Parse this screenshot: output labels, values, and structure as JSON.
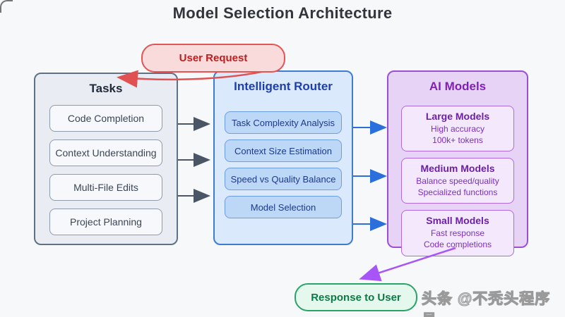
{
  "title": "Model Selection Architecture",
  "nodes": {
    "user_request": {
      "label": "User Request"
    },
    "tasks": {
      "title": "Tasks",
      "items": [
        "Code Completion",
        "Context Understanding",
        "Multi-File Edits",
        "Project Planning"
      ]
    },
    "router": {
      "title": "Intelligent Router",
      "items": [
        "Task Complexity Analysis",
        "Context Size Estimation",
        "Speed vs Quality Balance",
        "Model Selection"
      ]
    },
    "ai_models": {
      "title": "AI Models",
      "cards": [
        {
          "name": "Large Models",
          "lines": [
            "High accuracy",
            "100k+ tokens"
          ]
        },
        {
          "name": "Medium Models",
          "lines": [
            "Balance speed/quality",
            "Specialized functions"
          ]
        },
        {
          "name": "Small Models",
          "lines": [
            "Fast response",
            "Code completions"
          ]
        }
      ]
    },
    "response": {
      "label": "Response to User"
    }
  },
  "watermark": "头条 @不秃头程序员",
  "colors": {
    "background": "#f7f8fa",
    "request_accent": "#e15555",
    "response_accent": "#2aa565",
    "tasks_accent": "#5f7185",
    "router_accent": "#3d7cd0",
    "ai_accent": "#9b4fd6",
    "edge_dark": "#4a5565",
    "edge_blue": "#2a6fdb",
    "edge_red": "#e05252",
    "edge_purple": "#a855f7"
  }
}
